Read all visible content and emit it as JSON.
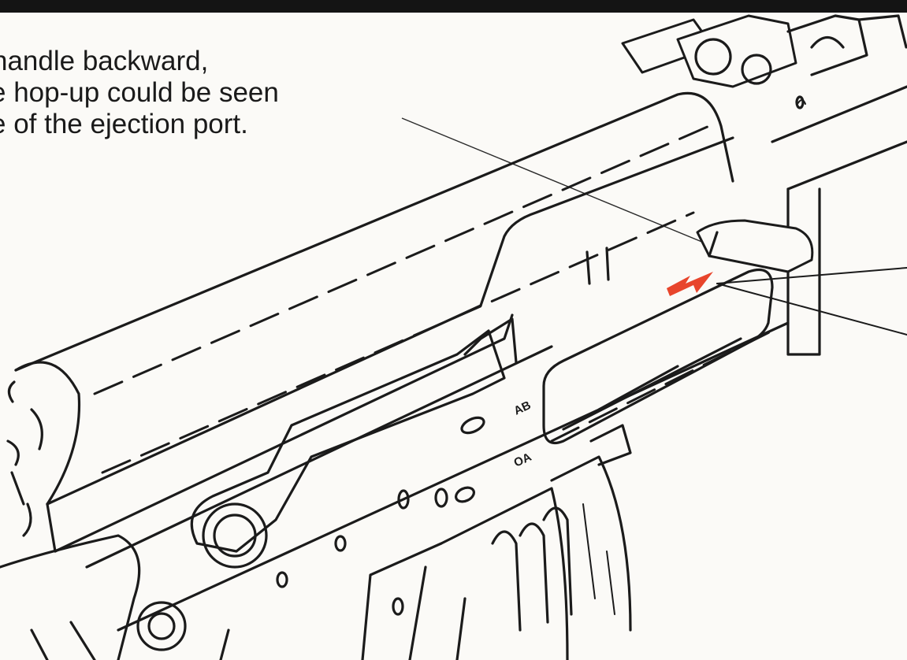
{
  "caption": {
    "line1": "handle backward,",
    "line2": "e hop-up could be seen",
    "line3": "e of the ejection port."
  },
  "receiver_marks": {
    "upper": "AB",
    "lower": "OA"
  },
  "colors": {
    "arrow": "#e8452c",
    "ink": "#1b1b1b",
    "paper": "#fbfaf7",
    "top_bar": "#141414"
  },
  "arrow_direction": "backward"
}
